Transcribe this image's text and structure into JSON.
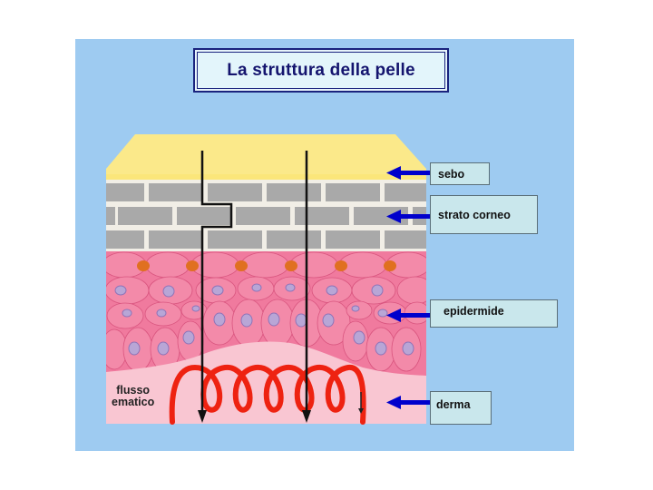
{
  "title": "La struttura della pelle",
  "labels": {
    "sebo": "sebo",
    "strato_corneo": "strato corneo",
    "epidermide": "epidermide",
    "derma": "derma"
  },
  "annotation": {
    "line1": "flusso",
    "line2": "ematico"
  },
  "colors": {
    "background_panel": "#9ecbf1",
    "sebo_layer": "#fbe98a",
    "corneo_brick": "#a9a9a9",
    "epidermis": "#f07a9e",
    "dermis": "#f9c6d2",
    "blood_vessel": "#ee2211",
    "arrow": "#0000cc",
    "title_text": "#14146e"
  }
}
